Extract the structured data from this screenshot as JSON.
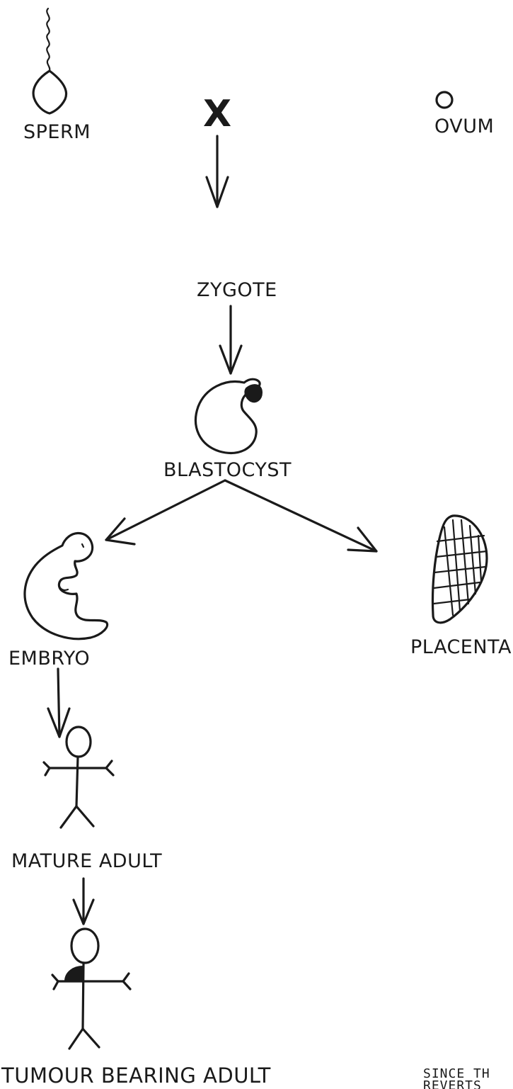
{
  "labels": {
    "sperm": "SPERM",
    "ovum": "OVUM",
    "cross": "X",
    "zygote": "ZYGOTE",
    "blastocyst": "BLASTOCYST",
    "embryo": "EMBRYO",
    "placenta": "PLACENTA",
    "mature_adult": "MATURE ADULT",
    "tumour_bearing_adult": "TUMOUR BEARING ADULT"
  },
  "footnote": {
    "line1": "SINCE TH",
    "line2": "REVERTS"
  }
}
